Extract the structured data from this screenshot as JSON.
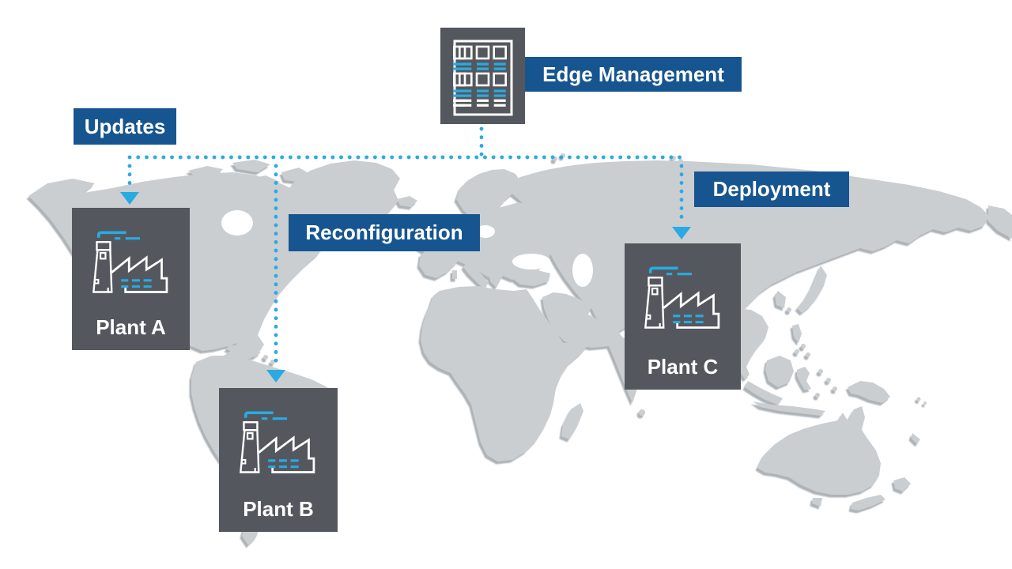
{
  "hub": {
    "label": "Edge Management",
    "icon": "server-rack-icon"
  },
  "flows": [
    {
      "label": "Updates",
      "target": "Plant A"
    },
    {
      "label": "Reconfiguration",
      "target": "Plant B"
    },
    {
      "label": "Deployment",
      "target": "Plant C"
    }
  ],
  "plants": [
    {
      "label": "Plant A",
      "icon": "factory-icon"
    },
    {
      "label": "Plant B",
      "icon": "factory-icon"
    },
    {
      "label": "Plant C",
      "icon": "factory-icon"
    }
  ],
  "colors": {
    "accent_cyan": "#29abe2",
    "label_blue": "#175590",
    "box_gray": "#54585e",
    "map_gray": "#cbced1",
    "background": "#ffffff",
    "text": "#ffffff"
  }
}
